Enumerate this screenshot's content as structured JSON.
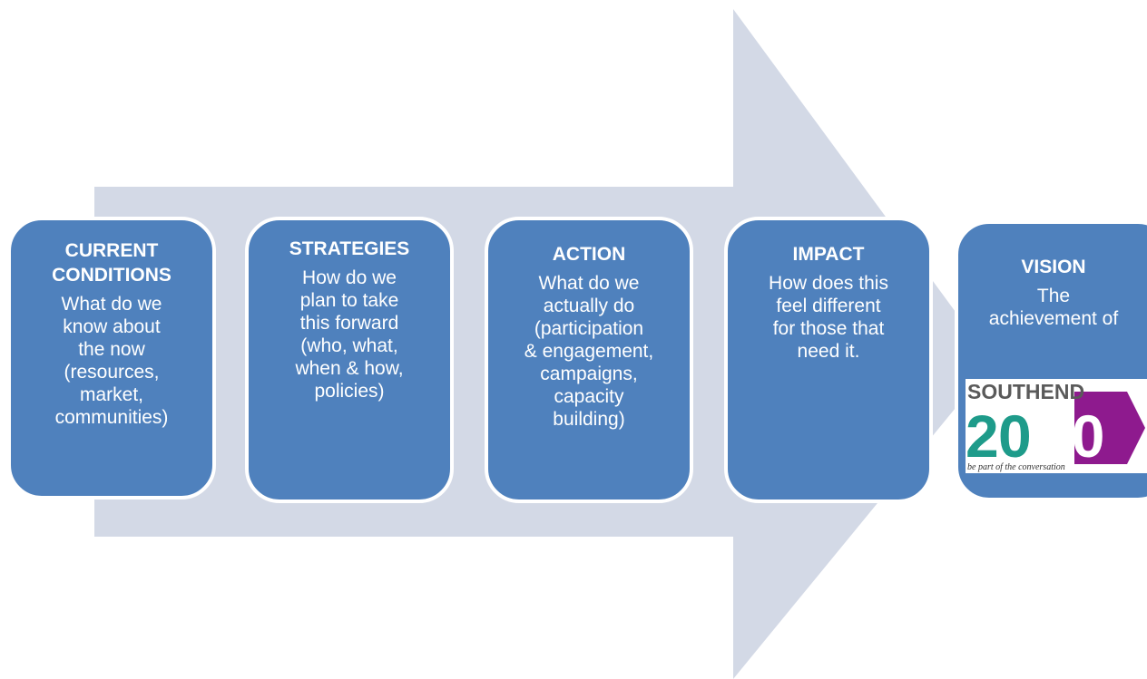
{
  "colors": {
    "arrow": "#d3d9e6",
    "box_fill": "#4f81bd",
    "box_border": "#ffffff",
    "box_text": "#ffffff",
    "logo_teal": "#1e9b8a",
    "logo_purple": "#8e1a8e",
    "logo_dark": "#5a5a5a"
  },
  "steps": [
    {
      "title_lines": [
        "CURRENT",
        "CONDITIONS"
      ],
      "body_lines": [
        "What do we",
        "know about",
        "the now",
        "(resources,",
        "market,",
        "communities)"
      ]
    },
    {
      "title_lines": [
        "STRATEGIES"
      ],
      "body_lines": [
        "How do we",
        "plan to take",
        "this forward",
        "(who, what,",
        "when & how,",
        "policies)"
      ]
    },
    {
      "title_lines": [
        "ACTION"
      ],
      "body_lines": [
        "What do we",
        "actually do",
        "(participation",
        "& engagement,",
        "campaigns,",
        "capacity",
        "building)"
      ]
    },
    {
      "title_lines": [
        "IMPACT"
      ],
      "body_lines": [
        "How does this",
        "feel different",
        "for those that",
        "need it."
      ]
    },
    {
      "title_lines": [
        "VISION"
      ],
      "body_lines": [
        "The",
        "achievement of"
      ]
    }
  ],
  "logo": {
    "word": "SOUTHEND",
    "year_left": "2",
    "year_mid": "0",
    "year_right": "50",
    "tagline": "be part of the conversation"
  }
}
